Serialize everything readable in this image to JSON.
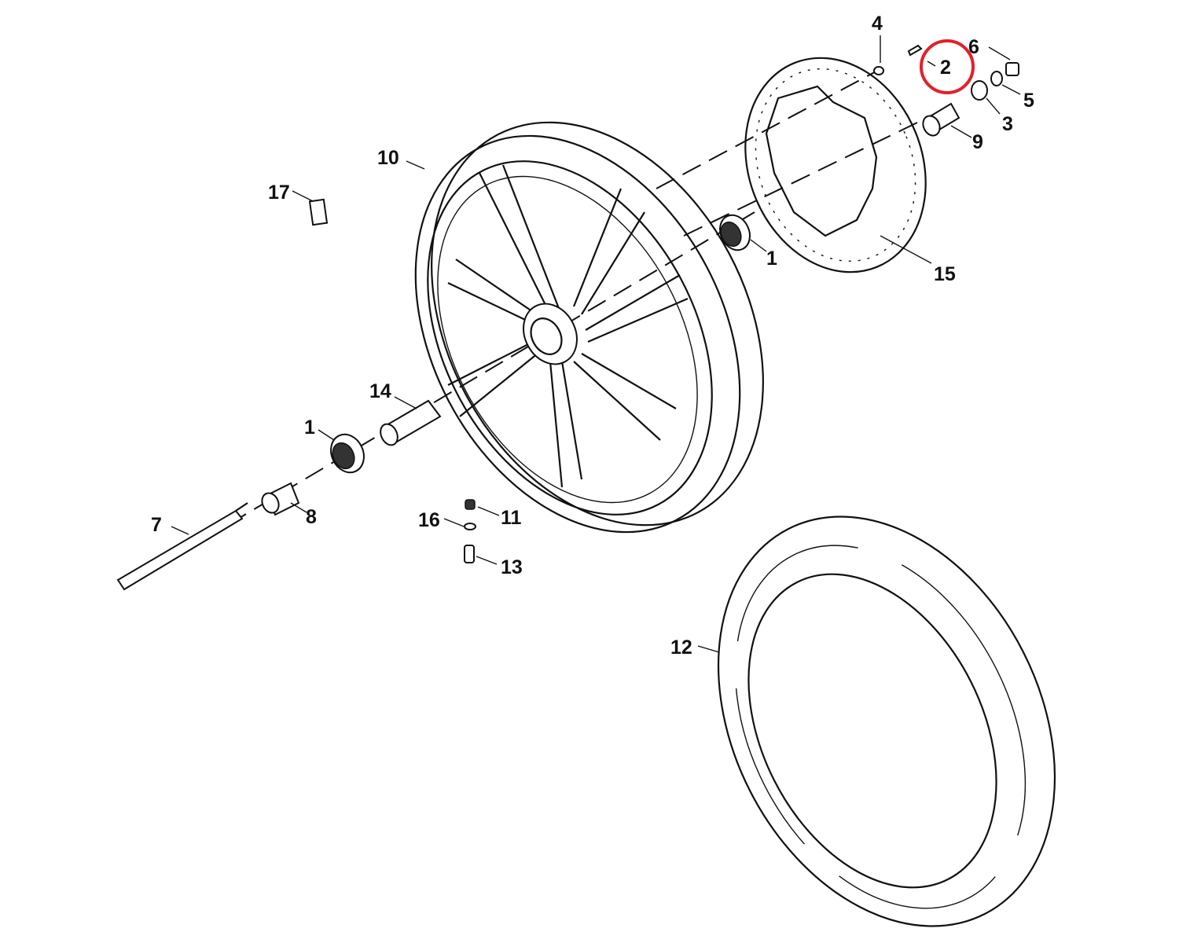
{
  "diagram": {
    "title": "Front wheel exploded parts diagram",
    "highlight_color": "#e3202c",
    "highlighted_callout": "2",
    "callouts": {
      "c1a": "1",
      "c1b": "1",
      "c2": "2",
      "c3": "3",
      "c4": "4",
      "c5": "5",
      "c6": "6",
      "c7": "7",
      "c8": "8",
      "c9": "9",
      "c10": "10",
      "c11": "11",
      "c12": "12",
      "c13": "13",
      "c14": "14",
      "c15": "15",
      "c16": "16",
      "c17": "17"
    }
  }
}
